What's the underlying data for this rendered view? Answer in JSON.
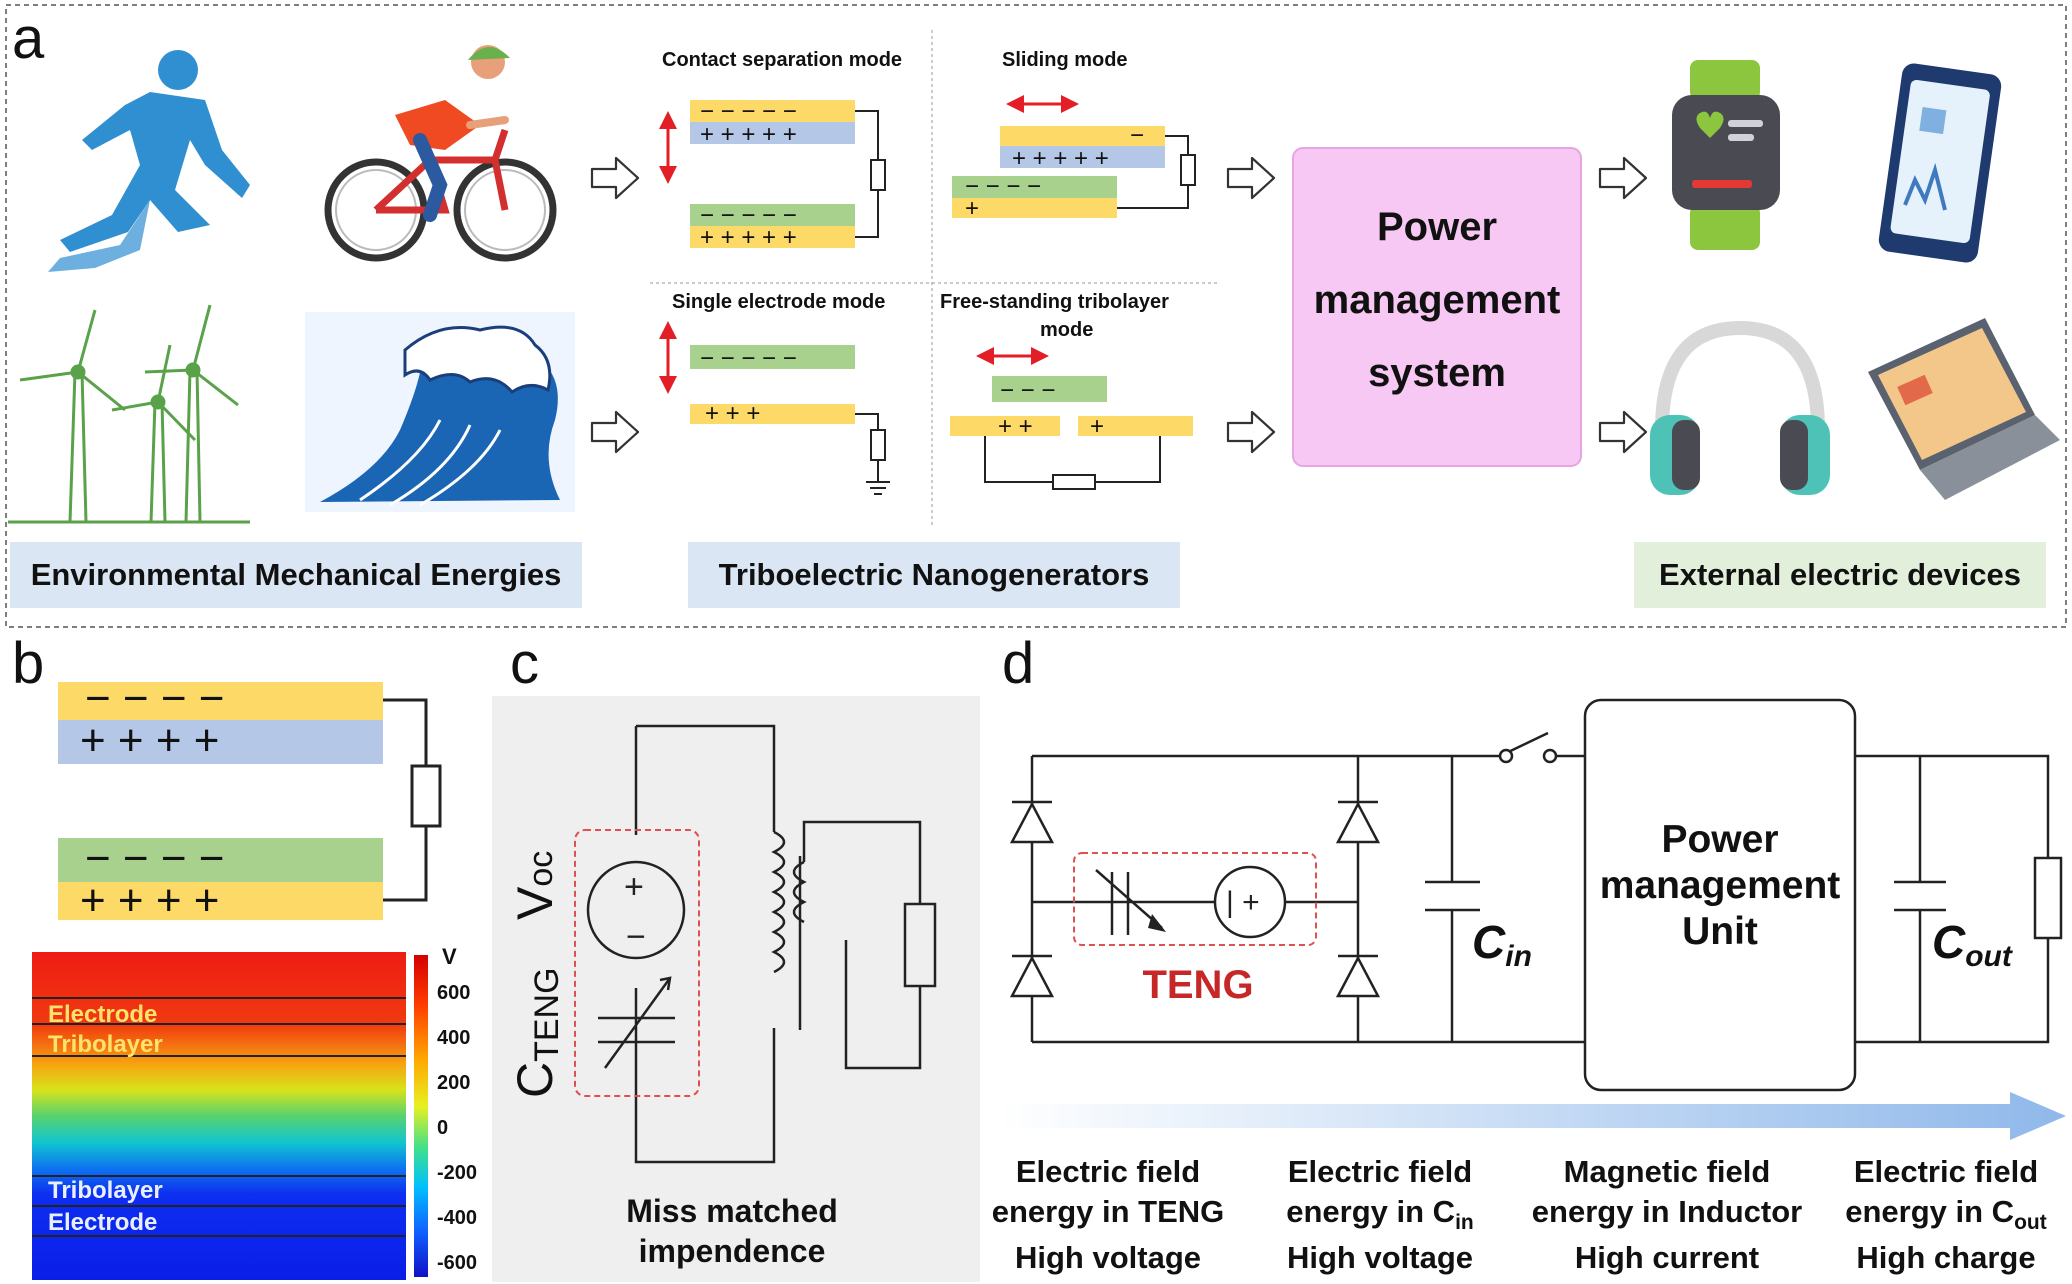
{
  "panel_letters": {
    "a": "a",
    "b": "b",
    "c": "c",
    "d": "d"
  },
  "panel_a": {
    "sources_label": "Environmental Mechanical Energies",
    "teng_label": "Triboelectric Nanogenerators",
    "devices_label": "External electric devices",
    "modes": {
      "contact": "Contact separation mode",
      "sliding": "Sliding mode",
      "single": "Single electrode mode",
      "freestanding_line1": "Free-standing tribolayer",
      "freestanding_line2": "mode"
    },
    "pms": {
      "line1": "Power",
      "line2": "management",
      "line3": "system"
    },
    "colors": {
      "pms_fill": "#f6c8f3",
      "label_blue": "#dbe6f4",
      "label_green": "#e2efda"
    },
    "icons": [
      "runner-icon",
      "cyclist-icon",
      "wind-turbine-icon",
      "ocean-wave-icon",
      "smartwatch-icon",
      "smartphone-icon",
      "headphones-icon",
      "laptop-icon"
    ]
  },
  "panel_b": {
    "unit": "V",
    "ticks": [
      "600",
      "400",
      "200",
      "0",
      "-200",
      "-400",
      "-600"
    ],
    "layer_labels": {
      "electrode_top": "Electrode",
      "tribolayer_top": "Tribolayer",
      "tribolayer_bottom": "Tribolayer",
      "electrode_bottom": "Electrode"
    }
  },
  "panel_c": {
    "voc": "V",
    "voc_sub": "oc",
    "cteng": "C",
    "cteng_sub": "TENG",
    "caption_line1": "Miss matched",
    "caption_line2": "impendence"
  },
  "panel_d": {
    "pmu": {
      "line1": "Power",
      "line2": "management",
      "line3": "Unit"
    },
    "teng": "TENG",
    "cin": "C",
    "cin_sub": "in",
    "cout": "C",
    "cout_sub": "out",
    "stages": [
      {
        "line1": "Electric field",
        "line2": "energy in  TENG",
        "line2_sub": "",
        "line3": "High voltage"
      },
      {
        "line1": "Electric field",
        "line2": "energy in C",
        "line2_sub": "in",
        "line3": "High voltage"
      },
      {
        "line1": "Magnetic field",
        "line2": "energy in Inductor",
        "line2_sub": "",
        "line3": "High current"
      },
      {
        "line1": "Electric field",
        "line2": "energy in C",
        "line2_sub": "out",
        "line3": "High charge"
      }
    ]
  }
}
